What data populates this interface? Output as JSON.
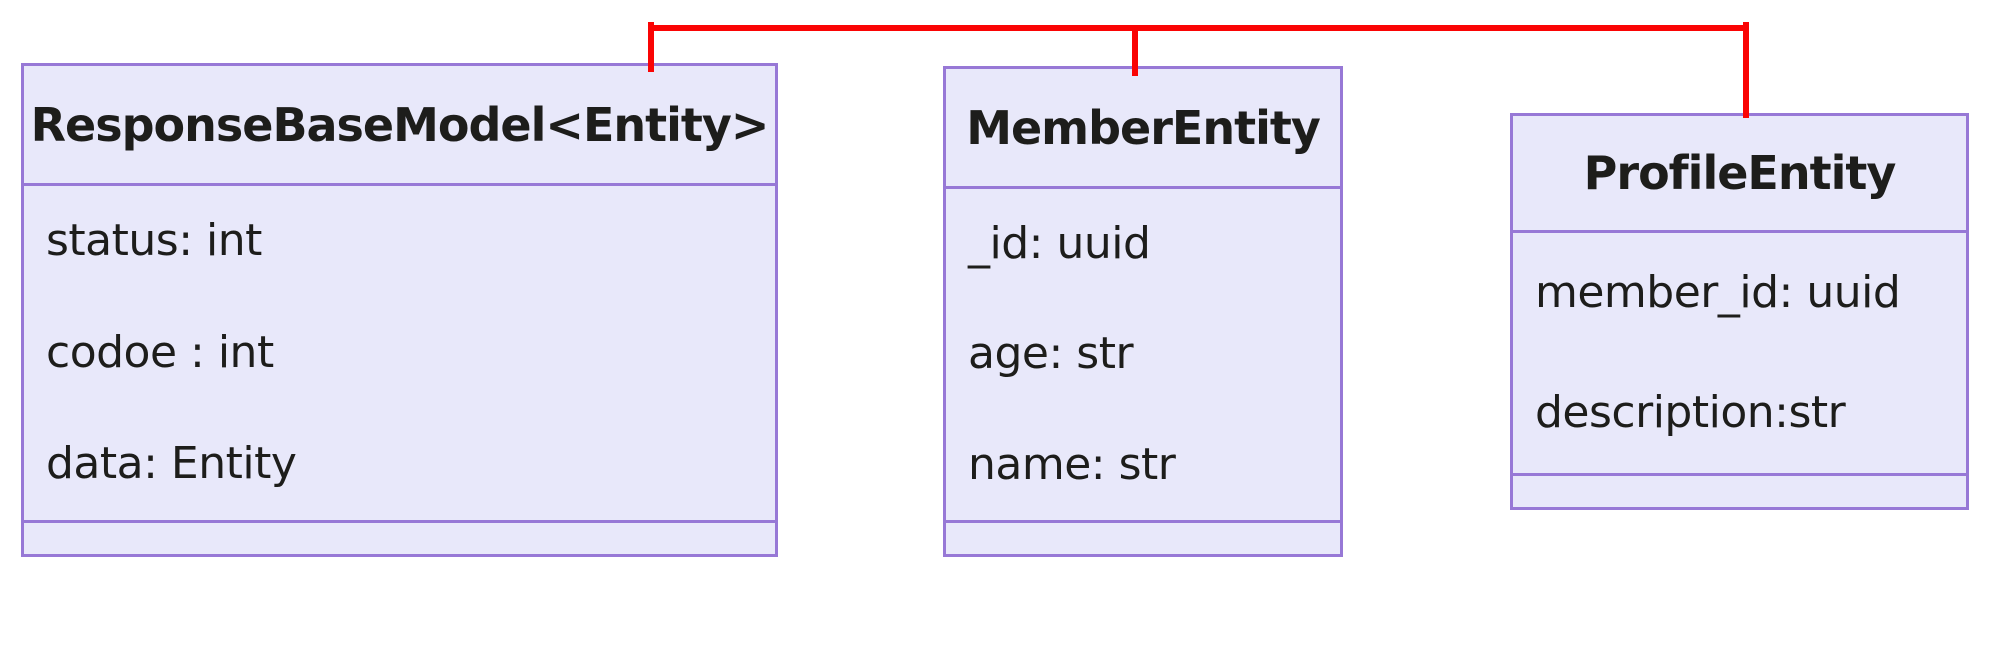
{
  "diagram": {
    "type": "uml-class-diagram",
    "colors": {
      "connector": "#fa0404",
      "box_fill": "#e8e8fa",
      "box_border": "#9778d6",
      "text": "#1d1d1b",
      "background": "#ffffff"
    },
    "entities": [
      {
        "name": "ResponseBaseModel<Entity>",
        "attributes": [
          "status: int",
          "codoe : int",
          "data: Entity"
        ],
        "methods": []
      },
      {
        "name": "MemberEntity",
        "attributes": [
          "_id: uuid",
          "age: str",
          "name: str"
        ],
        "methods": []
      },
      {
        "name": "ProfileEntity",
        "attributes": [
          "member_id: uuid",
          "description:str"
        ],
        "methods": []
      }
    ]
  }
}
